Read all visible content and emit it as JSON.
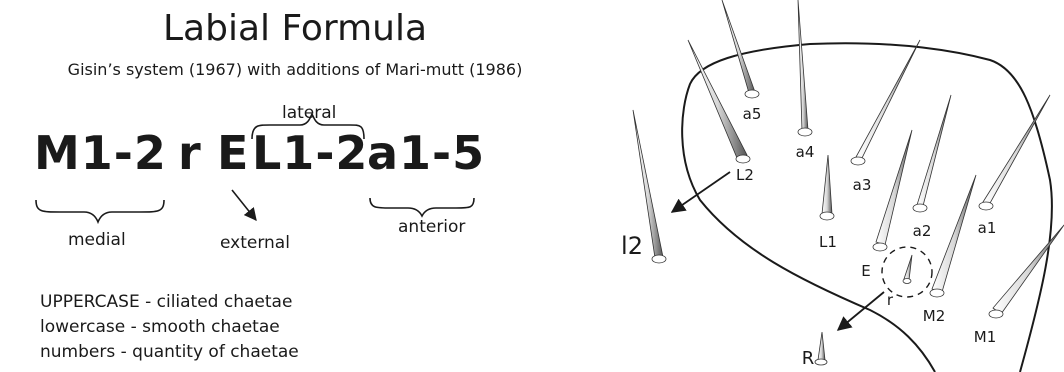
{
  "title": "Labial Formula",
  "subtitle": "Gisin’s system (1967) with additions of Mari-mutt (1986)",
  "formula": {
    "medial_part": "M1-2",
    "r_part": "r",
    "external_part": "E",
    "lateral_part": "L1-2",
    "anterior_part": "a1-5"
  },
  "formula_labels": {
    "lateral": "lateral",
    "medial": "medial",
    "external": "external",
    "anterior": "anterior"
  },
  "legend": {
    "uppercase": "UPPERCASE - ciliated chaetae",
    "lowercase": "lowercase - smooth chaetae",
    "numbers": "numbers - quantity of chaetae"
  },
  "chaetae_labels": {
    "a5": "a5",
    "a4": "a4",
    "a3": "a3",
    "a2": "a2",
    "a1": "a1",
    "L2": "L2",
    "L1": "L1",
    "E": "E",
    "r": "r",
    "M2": "M2",
    "M1": "M1",
    "l2": "l2",
    "R": "R"
  }
}
